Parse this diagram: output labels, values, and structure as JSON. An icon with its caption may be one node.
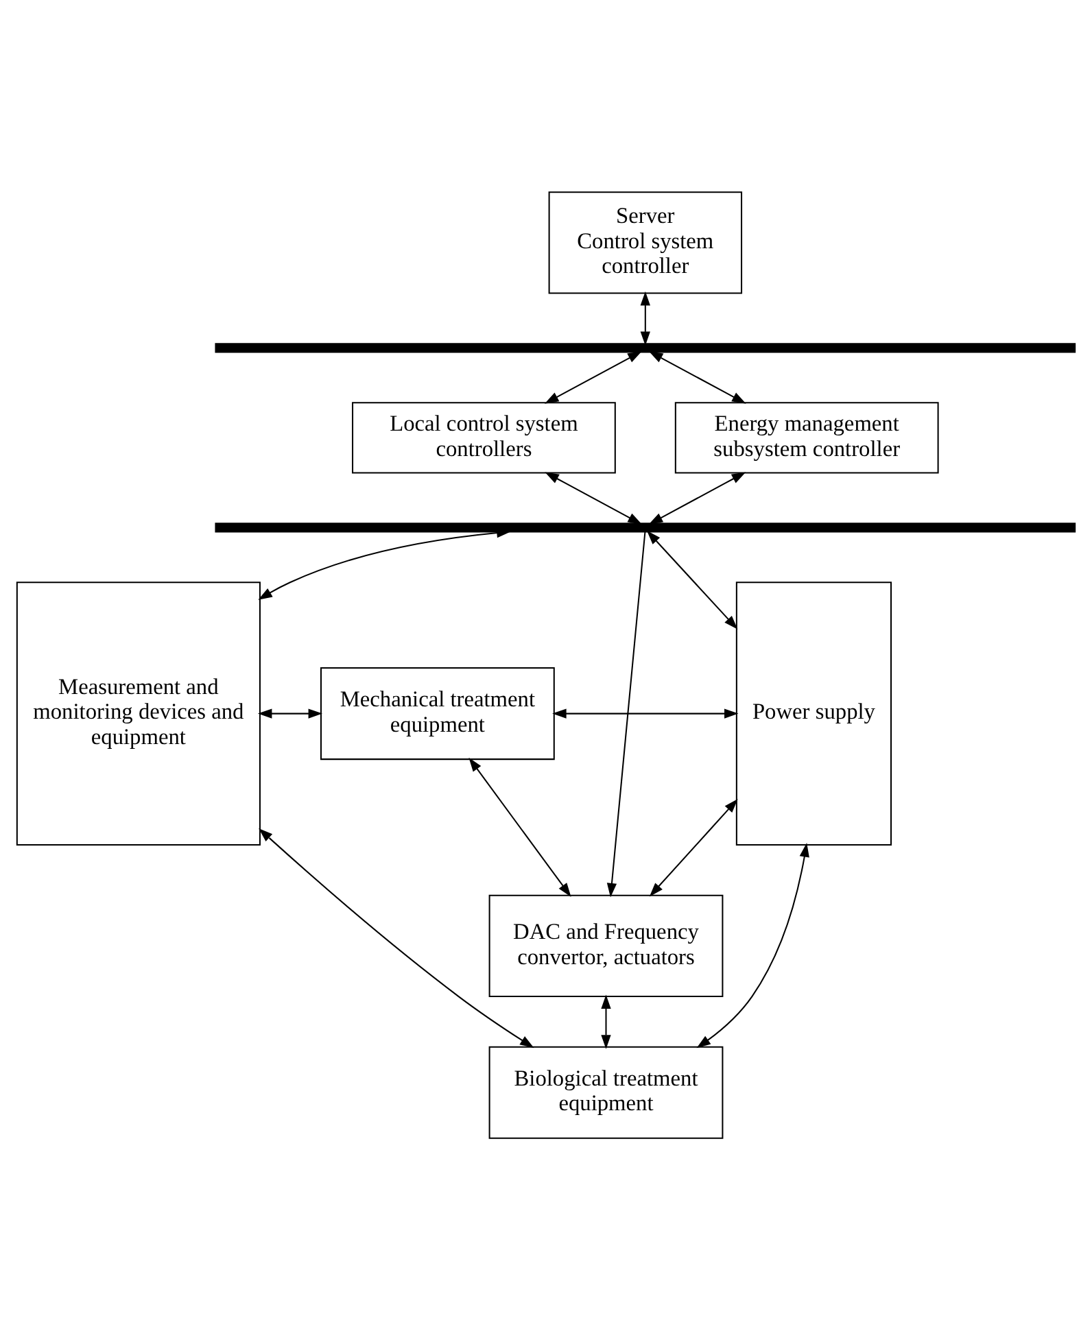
{
  "diagram": {
    "nodes": [
      {
        "text": [
          "Server",
          "Control system controller"
        ]
      },
      {
        "text": [],
        "shape": "bar"
      },
      {
        "text": [
          "Local control system controllers"
        ]
      },
      {
        "text": [
          "Energy management subsystem controller"
        ]
      },
      {
        "text": [],
        "shape": "bar"
      },
      {
        "text": [
          "Measurement and monitoring devices and equipment"
        ]
      },
      {
        "text": [
          "Mechanical treatment equipment"
        ]
      },
      {
        "text": [
          "Power supply"
        ]
      },
      {
        "text": [
          "DAC and Frequency convertor, actuators"
        ]
      },
      {
        "text": [
          "Biological treatment equipment"
        ]
      }
    ],
    "edges": [
      {
        "from": 0,
        "to": 1,
        "arrow": "both"
      },
      {
        "from": 1,
        "to": 2,
        "arrow": "both"
      },
      {
        "from": 1,
        "to": 3,
        "arrow": "both"
      },
      {
        "from": 2,
        "to": 4,
        "arrow": "both"
      },
      {
        "from": 3,
        "to": 4,
        "arrow": "both"
      },
      {
        "from": 4,
        "to": 5,
        "arrow": "both"
      },
      {
        "from": 4,
        "to": 8,
        "arrow": "to"
      },
      {
        "from": 4,
        "to": 7,
        "arrow": "both"
      },
      {
        "from": 5,
        "to": 6,
        "arrow": "both"
      },
      {
        "from": 5,
        "to": 9,
        "arrow": "both"
      },
      {
        "from": 6,
        "to": 8,
        "arrow": "both"
      },
      {
        "from": 8,
        "to": 9,
        "arrow": "both"
      },
      {
        "from": 6,
        "to": 7,
        "arrow": "both"
      },
      {
        "from": 8,
        "to": 7,
        "arrow": "both"
      },
      {
        "from": 9,
        "to": 7,
        "arrow": "both"
      }
    ]
  }
}
